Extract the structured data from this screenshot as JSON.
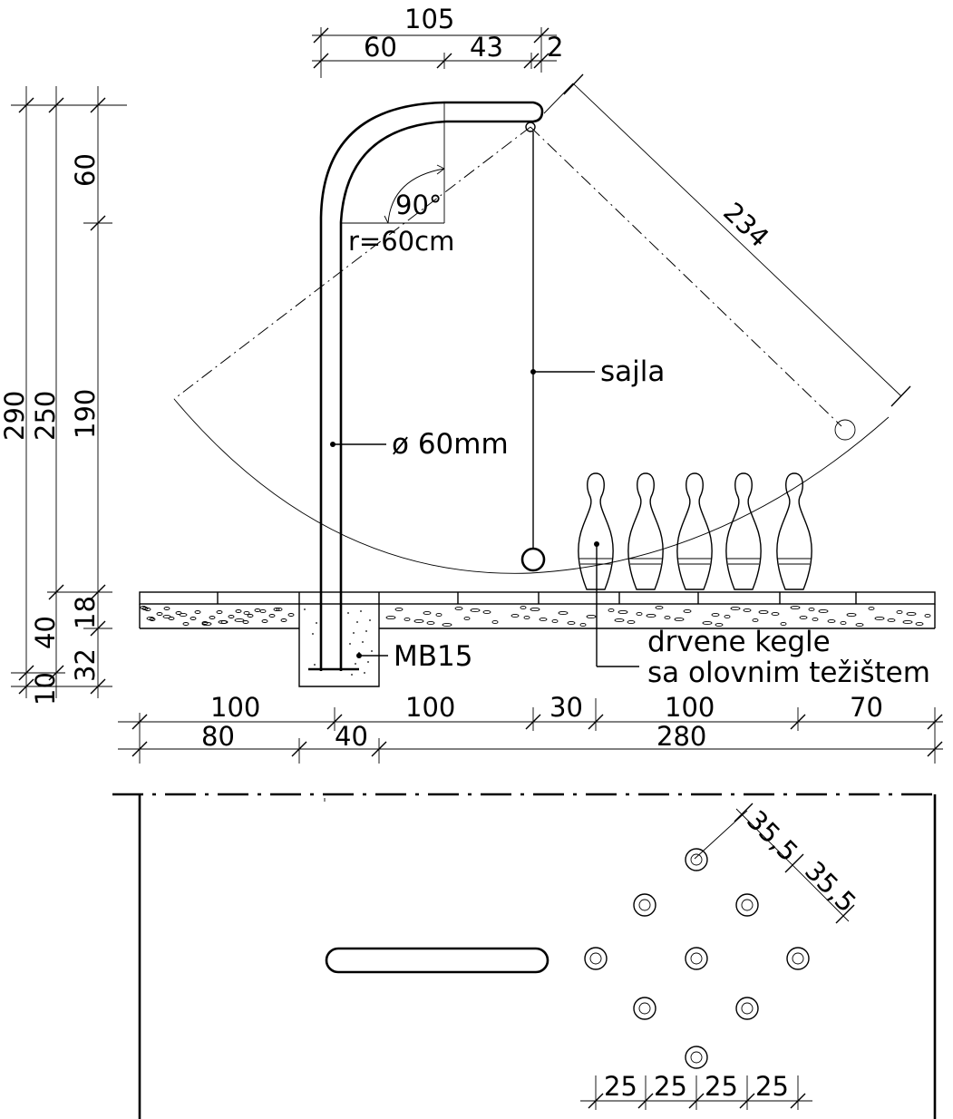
{
  "dimensions": {
    "top_overall": "105",
    "top_parts": [
      "60",
      "43",
      "2"
    ],
    "left_overall_1": "290",
    "left_overall_2": "250",
    "left_upper": "60",
    "left_middle": "190",
    "left_lower_a": "40",
    "left_lower_b": "18",
    "left_lower_c": "32",
    "left_lower_d": "10",
    "bottom_row_1": [
      "100",
      "100",
      "30",
      "100",
      "70"
    ],
    "bottom_row_2": [
      "80",
      "40",
      "280"
    ],
    "swing_radius": "234",
    "angle": "90°",
    "bend_radius": "r=60cm",
    "pin_diag": [
      "35,5",
      "35,5"
    ],
    "pin_spacing": [
      "25",
      "25",
      "25",
      "25"
    ]
  },
  "labels": {
    "cable": "sajla",
    "pipe": "ø 60mm",
    "foundation": "MB15",
    "pins_line_1": "drvene kegle",
    "pins_line_2": "sa olovnim težištem"
  },
  "plan": {
    "pin_count": 9
  }
}
